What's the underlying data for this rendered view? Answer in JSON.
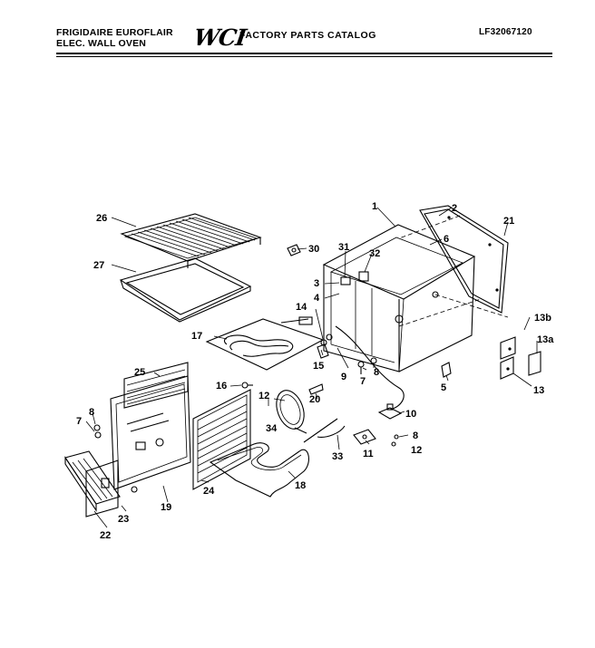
{
  "header": {
    "brand_line1": "FRIGIDAIRE EUROFLAIR",
    "brand_line2": "ELEC. WALL OVEN",
    "logo_text": "WCI",
    "catalog_title": "FACTORY PARTS CATALOG",
    "model_number": "LF32067120"
  },
  "part_labels": {
    "p1": "1",
    "p2": "2",
    "p3": "3",
    "p4": "4",
    "p5": "5",
    "p6": "6",
    "p7a": "7",
    "p7b": "7",
    "p8a": "8",
    "p8b": "8",
    "p8c": "8",
    "p9": "9",
    "p10": "10",
    "p11": "11",
    "p12a": "12",
    "p12b": "12",
    "p13": "13",
    "p13a": "13a",
    "p13b": "13b",
    "p14": "14",
    "p15": "15",
    "p16": "16",
    "p17": "17",
    "p18": "18",
    "p19": "19",
    "p20": "20",
    "p21": "21",
    "p22": "22",
    "p23": "23",
    "p24": "24",
    "p25": "25",
    "p26": "26",
    "p27": "27",
    "p30": "30",
    "p31": "31",
    "p32": "32",
    "p33": "33",
    "p34": "34"
  }
}
